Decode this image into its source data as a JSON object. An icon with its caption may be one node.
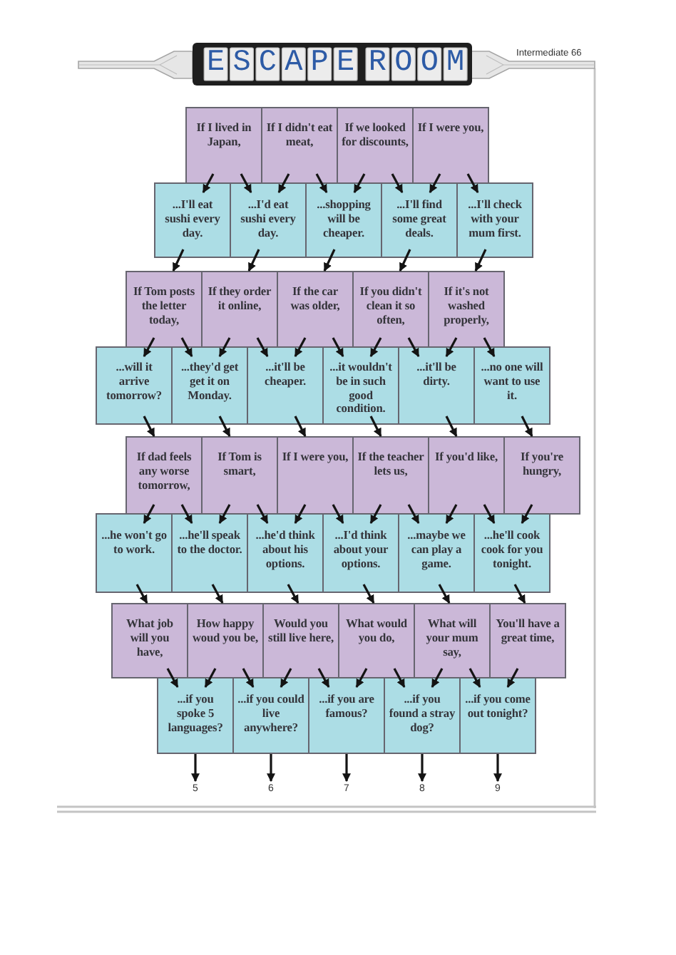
{
  "diagram": {
    "title": "ESCAPE ROOM",
    "nodes": [
      {
        "text": [
          "If I lived in Japan,"
        ]
      },
      {
        "text": [
          "If I didn't eat meat,"
        ]
      },
      {
        "text": [
          "If we looked for discounts,"
        ]
      },
      {
        "text": [
          "If I were you,"
        ]
      },
      {
        "text": [
          "...I'll eat sushi every day."
        ]
      },
      {
        "text": [
          "...I'd eat sushi every day."
        ]
      },
      {
        "text": [
          "...shopping will be cheaper."
        ]
      },
      {
        "text": [
          "...I'll find some great deals."
        ]
      },
      {
        "text": [
          "...I'll check with your mum first."
        ]
      },
      {
        "text": [
          "If Tom posts the letter today,"
        ]
      },
      {
        "text": [
          "If they order it online,"
        ]
      },
      {
        "text": [
          "If the car was older,"
        ]
      },
      {
        "text": [
          "If you didn't clean it so often,"
        ]
      },
      {
        "text": [
          "If it's not washed properly,"
        ]
      },
      {
        "text": [
          "...will it arrive tomorrow?"
        ]
      },
      {
        "text": [
          "...they'd get get it on Monday."
        ]
      },
      {
        "text": [
          "...it'll be cheaper."
        ]
      },
      {
        "text": [
          "...it wouldn't be in such good condition."
        ]
      },
      {
        "text": [
          "...it'll be dirty."
        ]
      },
      {
        "text": [
          "...no one will want to use it."
        ]
      },
      {
        "text": [
          "If dad feels any worse tomorrow,"
        ]
      },
      {
        "text": [
          "If Tom is smart,"
        ]
      },
      {
        "text": [
          "If I were you,"
        ]
      },
      {
        "text": [
          "If the teacher lets us,"
        ]
      },
      {
        "text": [
          "If you'd like,"
        ]
      },
      {
        "text": [
          "If you're hungry,"
        ]
      },
      {
        "text": [
          "...he won't go to work."
        ]
      },
      {
        "text": [
          "...he'll speak to the doctor."
        ]
      },
      {
        "text": [
          "...he'd think about his options."
        ]
      },
      {
        "text": [
          "...I'd think about your options."
        ]
      },
      {
        "text": [
          "...maybe we can play a game."
        ]
      },
      {
        "text": [
          "...he'll cook cook for you tonight."
        ]
      },
      {
        "text": [
          "What job will you have,"
        ]
      },
      {
        "text": [
          "How happy woud you be,"
        ]
      },
      {
        "text": [
          "Would you still live here,"
        ]
      },
      {
        "text": [
          "What would you do,"
        ]
      },
      {
        "text": [
          "What will your mum say,"
        ]
      },
      {
        "text": [
          "You'll have a great time,"
        ]
      },
      {
        "text": [
          "...if you spoke 5 languages?"
        ]
      },
      {
        "text": [
          "...if you could live anywhere?"
        ]
      },
      {
        "text": [
          "...if you are famous?"
        ]
      },
      {
        "text": [
          "...if you found a stray dog?"
        ]
      },
      {
        "text": [
          "...if you come out tonight?"
        ]
      },
      {
        "text": [
          "5"
        ]
      },
      {
        "text": [
          "6"
        ]
      },
      {
        "text": [
          "7"
        ]
      },
      {
        "text": [
          "8"
        ]
      },
      {
        "text": [
          "9"
        ]
      }
    ],
    "edges": [
      {
        "from": 0,
        "to": 4,
        "arrow": "to"
      },
      {
        "from": 0,
        "to": 5,
        "arrow": "to"
      },
      {
        "from": 1,
        "to": 5,
        "arrow": "to"
      },
      {
        "from": 1,
        "to": 6,
        "arrow": "to"
      },
      {
        "from": 2,
        "to": 6,
        "arrow": "to"
      },
      {
        "from": 2,
        "to": 7,
        "arrow": "to"
      },
      {
        "from": 3,
        "to": 7,
        "arrow": "to"
      },
      {
        "from": 3,
        "to": 8,
        "arrow": "to"
      },
      {
        "from": 4,
        "to": 9,
        "arrow": "to"
      },
      {
        "from": 5,
        "to": 10,
        "arrow": "to"
      },
      {
        "from": 6,
        "to": 11,
        "arrow": "to"
      },
      {
        "from": 7,
        "to": 12,
        "arrow": "to"
      },
      {
        "from": 8,
        "to": 13,
        "arrow": "to"
      },
      {
        "from": 9,
        "to": 14,
        "arrow": "to"
      },
      {
        "from": 9,
        "to": 15,
        "arrow": "to"
      },
      {
        "from": 10,
        "to": 15,
        "arrow": "to"
      },
      {
        "from": 10,
        "to": 16,
        "arrow": "to"
      },
      {
        "from": 11,
        "to": 16,
        "arrow": "to"
      },
      {
        "from": 11,
        "to": 17,
        "arrow": "to"
      },
      {
        "from": 12,
        "to": 17,
        "arrow": "to"
      },
      {
        "from": 12,
        "to": 18,
        "arrow": "to"
      },
      {
        "from": 13,
        "to": 18,
        "arrow": "to"
      },
      {
        "from": 13,
        "to": 19,
        "arrow": "to"
      },
      {
        "from": 14,
        "to": 20,
        "arrow": "to"
      },
      {
        "from": 15,
        "to": 21,
        "arrow": "to"
      },
      {
        "from": 16,
        "to": 22,
        "arrow": "to"
      },
      {
        "from": 17,
        "to": 23,
        "arrow": "to"
      },
      {
        "from": 18,
        "to": 24,
        "arrow": "to"
      },
      {
        "from": 19,
        "to": 25,
        "arrow": "to"
      },
      {
        "from": 20,
        "to": 26,
        "arrow": "to"
      },
      {
        "from": 20,
        "to": 27,
        "arrow": "to"
      },
      {
        "from": 21,
        "to": 27,
        "arrow": "to"
      },
      {
        "from": 21,
        "to": 28,
        "arrow": "to"
      },
      {
        "from": 22,
        "to": 28,
        "arrow": "to"
      },
      {
        "from": 22,
        "to": 29,
        "arrow": "to"
      },
      {
        "from": 23,
        "to": 29,
        "arrow": "to"
      },
      {
        "from": 23,
        "to": 30,
        "arrow": "to"
      },
      {
        "from": 24,
        "to": 30,
        "arrow": "to"
      },
      {
        "from": 24,
        "to": 31,
        "arrow": "to"
      },
      {
        "from": 25,
        "to": 31,
        "arrow": "to"
      },
      {
        "from": 26,
        "to": 32,
        "arrow": "to"
      },
      {
        "from": 27,
        "to": 33,
        "arrow": "to"
      },
      {
        "from": 28,
        "to": 34,
        "arrow": "to"
      },
      {
        "from": 29,
        "to": 35,
        "arrow": "to"
      },
      {
        "from": 30,
        "to": 36,
        "arrow": "to"
      },
      {
        "from": 31,
        "to": 37,
        "arrow": "to"
      },
      {
        "from": 32,
        "to": 38,
        "arrow": "to"
      },
      {
        "from": 33,
        "to": 38,
        "arrow": "to"
      },
      {
        "from": 33,
        "to": 39,
        "arrow": "to"
      },
      {
        "from": 34,
        "to": 39,
        "arrow": "to"
      },
      {
        "from": 34,
        "to": 40,
        "arrow": "to"
      },
      {
        "from": 35,
        "to": 40,
        "arrow": "to"
      },
      {
        "from": 35,
        "to": 41,
        "arrow": "to"
      },
      {
        "from": 36,
        "to": 41,
        "arrow": "to"
      },
      {
        "from": 36,
        "to": 42,
        "arrow": "to"
      },
      {
        "from": 37,
        "to": 42,
        "arrow": "to"
      },
      {
        "from": 38,
        "to": 43,
        "arrow": "to"
      },
      {
        "from": 39,
        "to": 44,
        "arrow": "to"
      },
      {
        "from": 40,
        "to": 45,
        "arrow": "to"
      },
      {
        "from": 41,
        "to": 46,
        "arrow": "to"
      },
      {
        "from": 42,
        "to": 47,
        "arrow": "to"
      }
    ],
    "labels": [
      "Intermediate 66"
    ]
  }
}
